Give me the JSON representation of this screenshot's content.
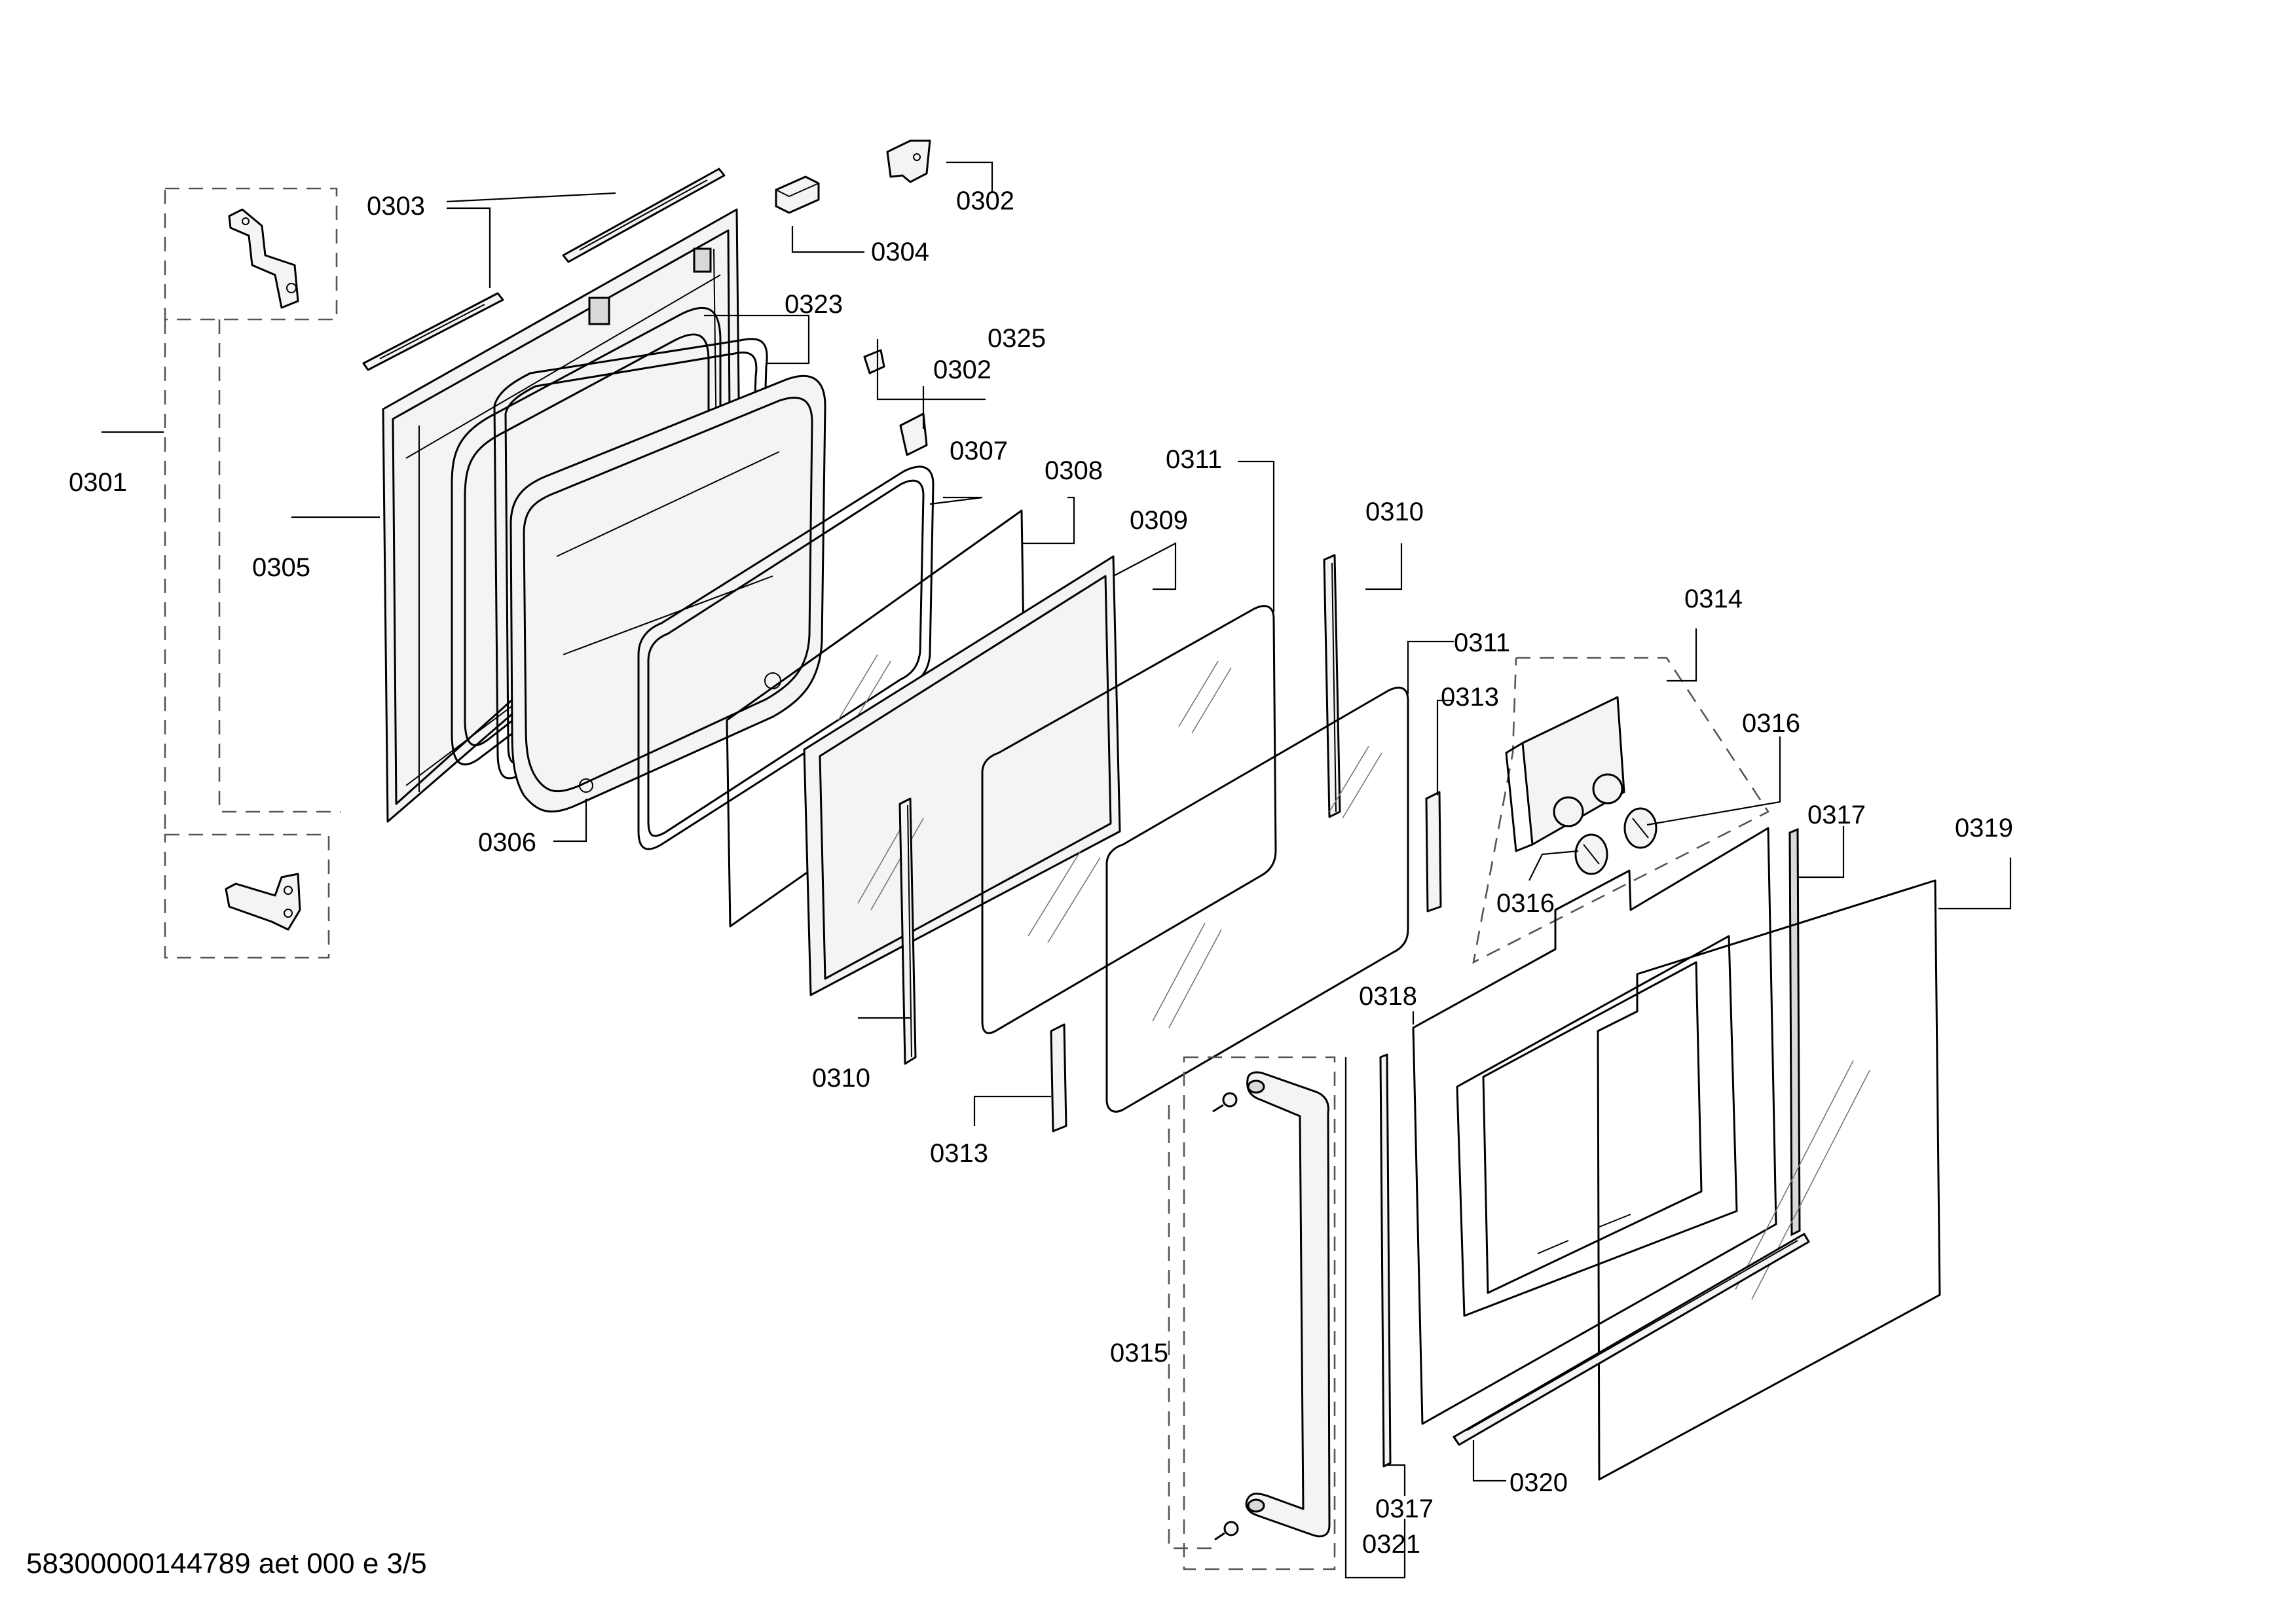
{
  "labels": {
    "p0301": "0301",
    "p0302a": "0302",
    "p0302b": "0302",
    "p0303": "0303",
    "p0304": "0304",
    "p0305": "0305",
    "p0306": "0306",
    "p0307": "0307",
    "p0308": "0308",
    "p0309": "0309",
    "p0310a": "0310",
    "p0310b": "0310",
    "p0311a": "0311",
    "p0311b": "0311",
    "p0313a": "0313",
    "p0313b": "0313",
    "p0314": "0314",
    "p0315": "0315",
    "p0316a": "0316",
    "p0316b": "0316",
    "p0317a": "0317",
    "p0317b": "0317",
    "p0318": "0318",
    "p0319": "0319",
    "p0320": "0320",
    "p0321": "0321",
    "p0323": "0323",
    "p0325": "0325"
  },
  "footer": "58300000144789 aet 000 e 3/5"
}
